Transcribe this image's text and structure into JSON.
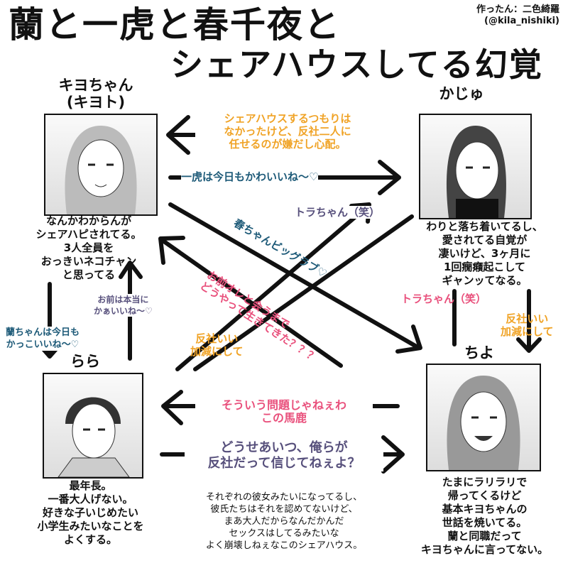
{
  "title": {
    "line1": "蘭と一虎と春千夜と",
    "line2": "シェアハウスしてる幻覚"
  },
  "credit": {
    "line1": "作ったん：二色綺羅",
    "line2": "(@kila_nishiki)"
  },
  "characters": {
    "kiyo": {
      "name1": "キヨちゃん",
      "name2": "(キヨト)",
      "desc": [
        "なんかわからんが",
        "シェアハピされてる。",
        "3人全員を",
        "おっきいネコチャン",
        "と思ってる"
      ]
    },
    "kaju": {
      "name": "かじゅ",
      "desc": [
        "わりと落ち着いてるし、",
        "愛されてる自覚が",
        "凄いけど、3ヶ月に",
        "1回癇癪起こして",
        "ギャンッてなる。"
      ]
    },
    "rara": {
      "name": "らら",
      "desc": [
        "最年長。",
        "一番大人げない。",
        "好きな子いじめたい",
        "小学生みたいなことを",
        "よくする。"
      ]
    },
    "chiyo": {
      "name": "ちよ",
      "desc": [
        "たまにラリラリで",
        "帰ってくるけど",
        "基本キヨちゃんの",
        "世話を焼いてる。",
        "蘭と同職だって",
        "キヨちゃんに言ってない。"
      ]
    }
  },
  "arrow_labels": {
    "kaju_to_kiyo": [
      "シェアハウスするつもりは",
      "なかったけど、反社二人に",
      "任せるのが嫌だし心配。"
    ],
    "kiyo_to_kaju": "一虎は今日もかわいいね～♡",
    "kiyo_to_chiyo": "春ちゃんビッグラブ♡",
    "rara_to_kaju": "トラちゃん（笑）",
    "chiyo_to_kiyo": [
      "お前オレと会うまで",
      "どうやって生きてきた？？？"
    ],
    "kaju_to_rara": [
      "反社いい",
      "加減にして"
    ],
    "rara_to_kiyo": [
      "お前は本当に",
      "かぁいいね～♡"
    ],
    "kiyo_to_rara": [
      "蘭ちゃんは今日も",
      "かっこいいね～♡"
    ],
    "chiyo_to_kaju": "トラちゃん（笑）",
    "kaju_to_chiyo": [
      "反社いい",
      "加減にして"
    ],
    "chiyo_to_rara": [
      "そういう問題じゃねぇわ",
      "この馬鹿"
    ],
    "rara_to_chiyo": [
      "どうせあいつ、俺らが",
      "反社だって信じてねぇよ？"
    ]
  },
  "footnote": [
    "それぞれの彼女みたいになってるし、",
    "彼氏たちはそれを認めてないけど、",
    "まあ大人だからなんだかんだ",
    "セックスはしてるみたいな",
    "よく崩壊しねぇなこのシェアハウス。"
  ],
  "colors": {
    "orange": "#f0a326",
    "blue": "#1d5a78",
    "pink": "#e9507c",
    "purple": "#57507c"
  }
}
